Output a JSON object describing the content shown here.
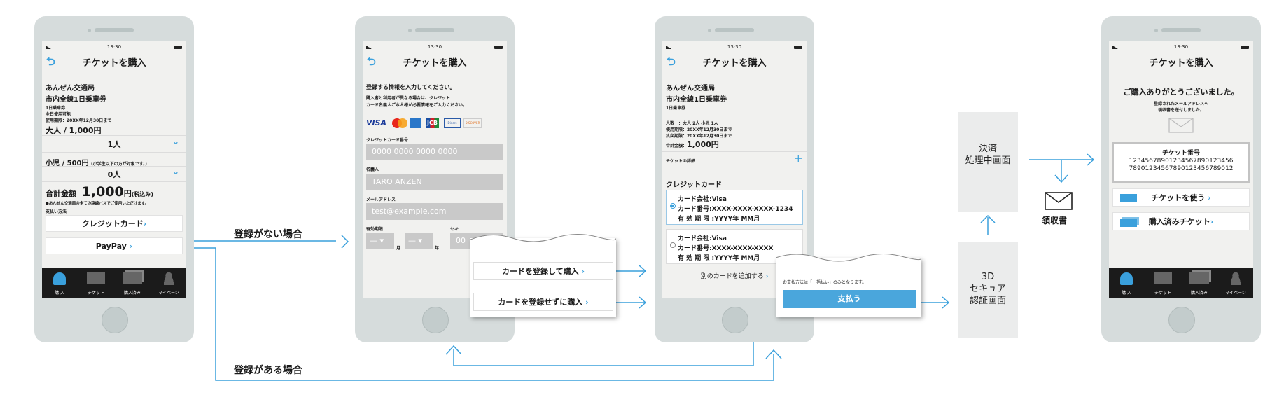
{
  "common": {
    "time": "13:30",
    "title": "チケットを購入"
  },
  "tabs": [
    "購 入",
    "チケット",
    "購入済み",
    "マイページ"
  ],
  "screen1": {
    "company": "あんぜん交通局",
    "ticket_name": "市内全線1日乗車券",
    "type": "1日乗車券",
    "validity": "全日使用可能",
    "period": "使用期限：20XX年12月30日まで",
    "adult_price": "大人 / 1,000円",
    "adult_count": "1人",
    "child_price": "小児 / 500円",
    "child_note": "(小学生以下の方が対象です。)",
    "child_count": "0人",
    "total_label": "合計金額",
    "total_amount": "1,000",
    "total_unit": "円",
    "total_tax": "(税込み)",
    "notice": "●あんぜん交通局の全ての路線バスでご使用いただけます。",
    "payment_label": "支払い方法",
    "credit_button": "クレジットカード",
    "paypay_button": "PayPay"
  },
  "screen2": {
    "heading": "登録する情報を入力してください。",
    "note_line1": "購入者と利用者が異なる場合は、クレジット",
    "note_line2": "カード名義人ご本人様が必要情報をご入力ください。",
    "brands": [
      "VISA",
      "JCB",
      "Diners",
      "DISCOVER"
    ],
    "card_number_label": "クレジットカード番号",
    "card_number_placeholder": "0000 0000 0000 0000",
    "name_label": "名義人",
    "name_placeholder": "TARO ANZEN",
    "email_label": "メールアドレス",
    "email_placeholder": "test@example.com",
    "expiry_label": "有効期限",
    "security_label": "セキ",
    "month_unit": "月",
    "year_unit": "年",
    "dash": "—",
    "security_partial": "00"
  },
  "popup1": {
    "register_buy": "カードを登録して購入",
    "buy_without_register": "カードを登録せずに購入"
  },
  "screen3": {
    "company": "あんぜん交通局",
    "ticket_name": "市内全線1日乗車券",
    "type": "1日乗車券",
    "people": "人数　：大人 2人  小児 1人",
    "use_period": "使用期限：20XX年12月30日まで",
    "pay_period": "払戻期限：20XX年12月30日まで",
    "total_label": "合計金額：",
    "total_value": "1,000円",
    "detail_label": "チケットの詳細",
    "plus": "+",
    "credit_section": "クレジットカード",
    "card1_company": "カード会社:Visa",
    "card1_number": "カード番号:XXXX-XXXX-XXXX-1234",
    "card1_expiry": "有 効 期 限 :YYYY年 MM月",
    "card2_company": "カード会社:Visa",
    "card2_number": "カード番号:XXXX-XXXX-XXXX",
    "card2_expiry": "有 効 期 限 :YYYY年 MM月",
    "add_card": "別のカードを追加する"
  },
  "popup2": {
    "note": "お支払方法は「一括払い」のみとなります。",
    "pay_button": "支払う"
  },
  "boxes": {
    "processing_line1": "決済",
    "processing_line2": "処理中画面",
    "secure_line1": "3D",
    "secure_line2": "セキュア",
    "secure_line3": "認証画面"
  },
  "flow_labels": {
    "not_registered": "登録がない場合",
    "registered": "登録がある場合",
    "receipt": "領収書"
  },
  "screen4": {
    "thanks": "ご購入ありがとうございました。",
    "sent_line1": "登録されたメールアドレスへ",
    "sent_line2": "領収書を送付しました。",
    "ticket_number_label": "チケット番号",
    "ticket_number_line1": "12345678901234567890123456",
    "ticket_number_line2": "78901234567890123456789012",
    "use_ticket": "チケットを使う",
    "purchased_tickets": "購入済みチケット"
  },
  "colors": {
    "accent": "#3aa0dc",
    "pay_button": "#4aa6dc",
    "tabbar": "#1b1b1b",
    "phone": "#d6dcdc"
  }
}
